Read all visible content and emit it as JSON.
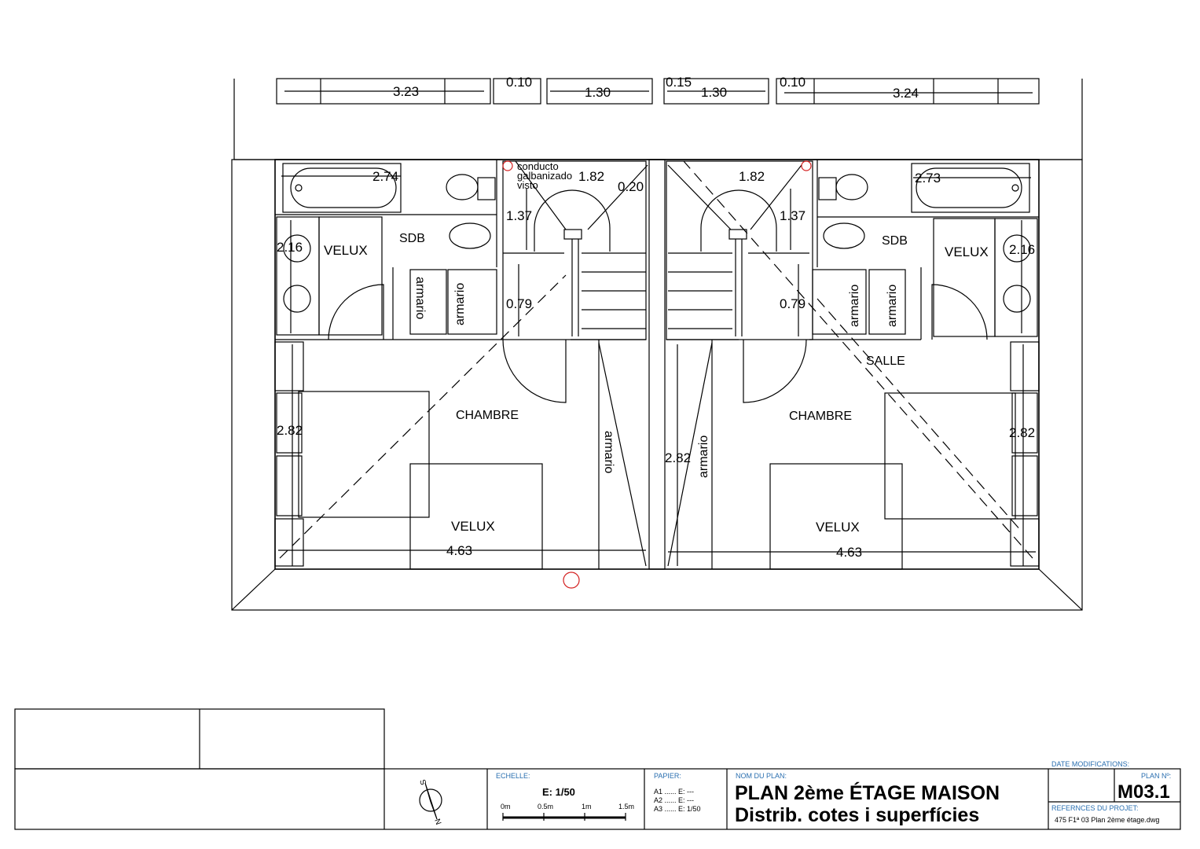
{
  "floorplan": {
    "top_dims": [
      "3.23",
      "0.10",
      "1.30",
      "0.15",
      "1.30",
      "0.10",
      "3.24"
    ],
    "left_unit": {
      "bath_width": "2.74",
      "bath_height": "2.16",
      "velux_bath": "VELUX",
      "sdb": "SDB",
      "armario_1": "armario",
      "armario_2": "armario",
      "conduct_note": [
        "conducto",
        "galbanizado",
        "visto"
      ],
      "stair_width": "1.82",
      "stair_gap": "0.20",
      "stair_depth": "1.37",
      "landing": "0.79",
      "room_height": "2.82",
      "chambre": "CHAMBRE",
      "velux_room": "VELUX",
      "room_width": "4.63",
      "armario_3": "armario"
    },
    "right_unit": {
      "stair_width": "1.82",
      "stair_depth": "1.37",
      "landing": "0.79",
      "bath_width": "2.73",
      "bath_height": "2.16",
      "sdb": "SDB",
      "velux_bath": "VELUX",
      "armario_1": "armario",
      "armario_2": "armario",
      "salle": "SALLE",
      "chambre": "CHAMBRE",
      "room_height_left": "2.82",
      "armario_3": "armario",
      "room_height_right": "2.82",
      "velux_room": "VELUX",
      "room_width": "4.63"
    }
  },
  "title_block": {
    "compass_s": "S",
    "compass_n": "N",
    "echelle_label": "ECHELLE:",
    "echelle_value": "E: 1/50",
    "scale_ticks": [
      "0m",
      "0.5m",
      "1m",
      "1.5m"
    ],
    "papier_label": "PAPIER:",
    "papier_lines": [
      "A1 ...... E: ---",
      "A2 ...... E: ---",
      "A3 ...... E: 1/50"
    ],
    "nom_label": "NOM DU PLAN:",
    "title_line1": "PLAN 2ème ÉTAGE MAISON",
    "title_line2": "Distrib. cotes i superfícies",
    "date_label": "DATE MODIFICATIONS:",
    "plan_no_label": "PLAN Nº:",
    "plan_no": "M03.1",
    "ref_label": "REFERNCES DU PROJET:",
    "ref_value": "475 F1ª 03 Plan 2ème étage.dwg"
  },
  "colors": {
    "line": "#000000",
    "title_labels": "#2a6fb0",
    "markers": "#d42020"
  }
}
